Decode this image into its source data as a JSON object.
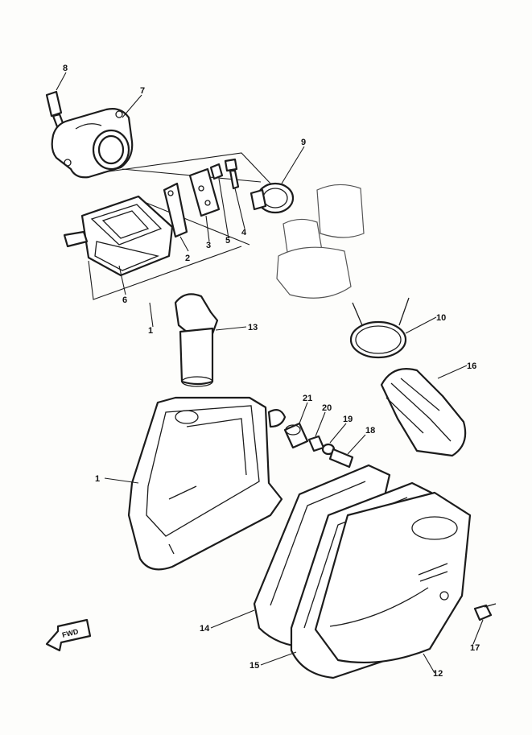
{
  "diagram": {
    "callouts": [
      "8",
      "7",
      "9",
      "2",
      "3",
      "5",
      "4",
      "6",
      "1",
      "13",
      "10",
      "16",
      "21",
      "20",
      "19",
      "18",
      "1",
      "14",
      "15",
      "12",
      "17"
    ],
    "fwd_label": "FWD"
  }
}
